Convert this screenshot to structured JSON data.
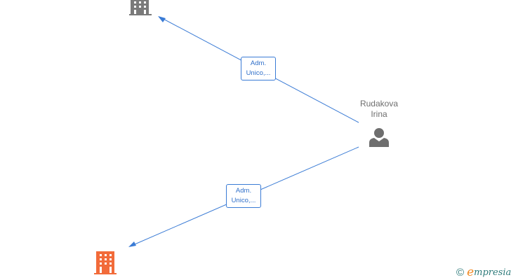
{
  "person": {
    "name_line1": "Rudakova",
    "name_line2": "Irina",
    "icon": "person-icon",
    "icon_color": "#6e6e6e"
  },
  "companies": [
    {
      "icon": "building-icon",
      "color": "#7a7a7a"
    },
    {
      "icon": "building-icon",
      "color": "#f26b3a"
    }
  ],
  "relations": [
    {
      "line1": "Adm.",
      "line2": "Unico,..."
    },
    {
      "line1": "Adm.",
      "line2": "Unico,..."
    }
  ],
  "edge_color": "#3a7bd5",
  "watermark": {
    "copyright": "©",
    "brand_initial": "e",
    "brand_rest": "mpresia"
  }
}
